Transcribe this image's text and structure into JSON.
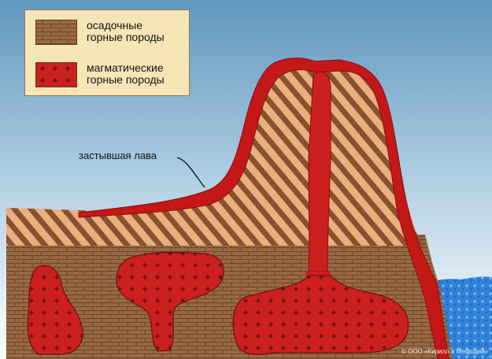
{
  "legend": {
    "items": [
      {
        "id": "sedimentary",
        "label_line1": "осадочные",
        "label_line2": "горные породы",
        "color": "#9a6a45"
      },
      {
        "id": "magmatic",
        "label_line1": "магматические",
        "label_line2": "горные породы",
        "color": "#cc1f1f"
      }
    ]
  },
  "annotations": {
    "lava": "застывшая лава"
  },
  "copyright": "© ООО «Кирилл и Мефодий»",
  "colors": {
    "sky_top": "#5f97bd",
    "sky_bottom": "#ffffff",
    "sediment": "#9a6a45",
    "sediment_lines": "#5a3a20",
    "stripe_light": "#e8b07e",
    "stripe_dark": "#8a5030",
    "magma": "#cc1f1f",
    "lava_crust": "#b01616",
    "water": "#2f7fd8"
  }
}
